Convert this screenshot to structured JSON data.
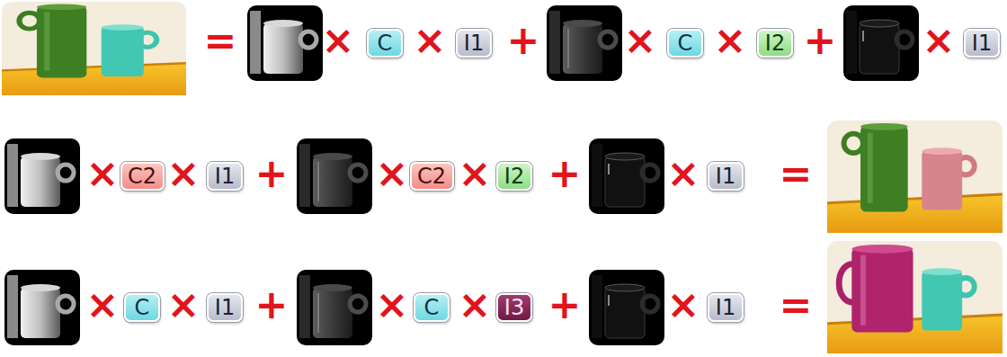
{
  "diagram": {
    "nodes": [
      {
        "text": [
          "C"
        ]
      },
      {
        "text": [
          "I1"
        ]
      },
      {
        "text": [
          "C"
        ]
      },
      {
        "text": [
          "I2"
        ]
      },
      {
        "text": [
          "I1"
        ]
      },
      {
        "text": [
          "C2"
        ]
      },
      {
        "text": [
          "I1"
        ]
      },
      {
        "text": [
          "C2"
        ]
      },
      {
        "text": [
          "I2"
        ]
      },
      {
        "text": [
          "I1"
        ]
      },
      {
        "text": [
          "C"
        ]
      },
      {
        "text": [
          "I1"
        ]
      },
      {
        "text": [
          "C"
        ]
      },
      {
        "text": [
          "I3"
        ]
      },
      {
        "text": [
          "I1"
        ]
      }
    ],
    "labels": [
      "=",
      "×",
      "×",
      "+",
      "×",
      "×",
      "+",
      "×",
      "×",
      "×",
      "+",
      "×",
      "×",
      "+",
      "×",
      "=",
      "×",
      "×",
      "+",
      "×",
      "×",
      "+",
      "×",
      "="
    ]
  }
}
